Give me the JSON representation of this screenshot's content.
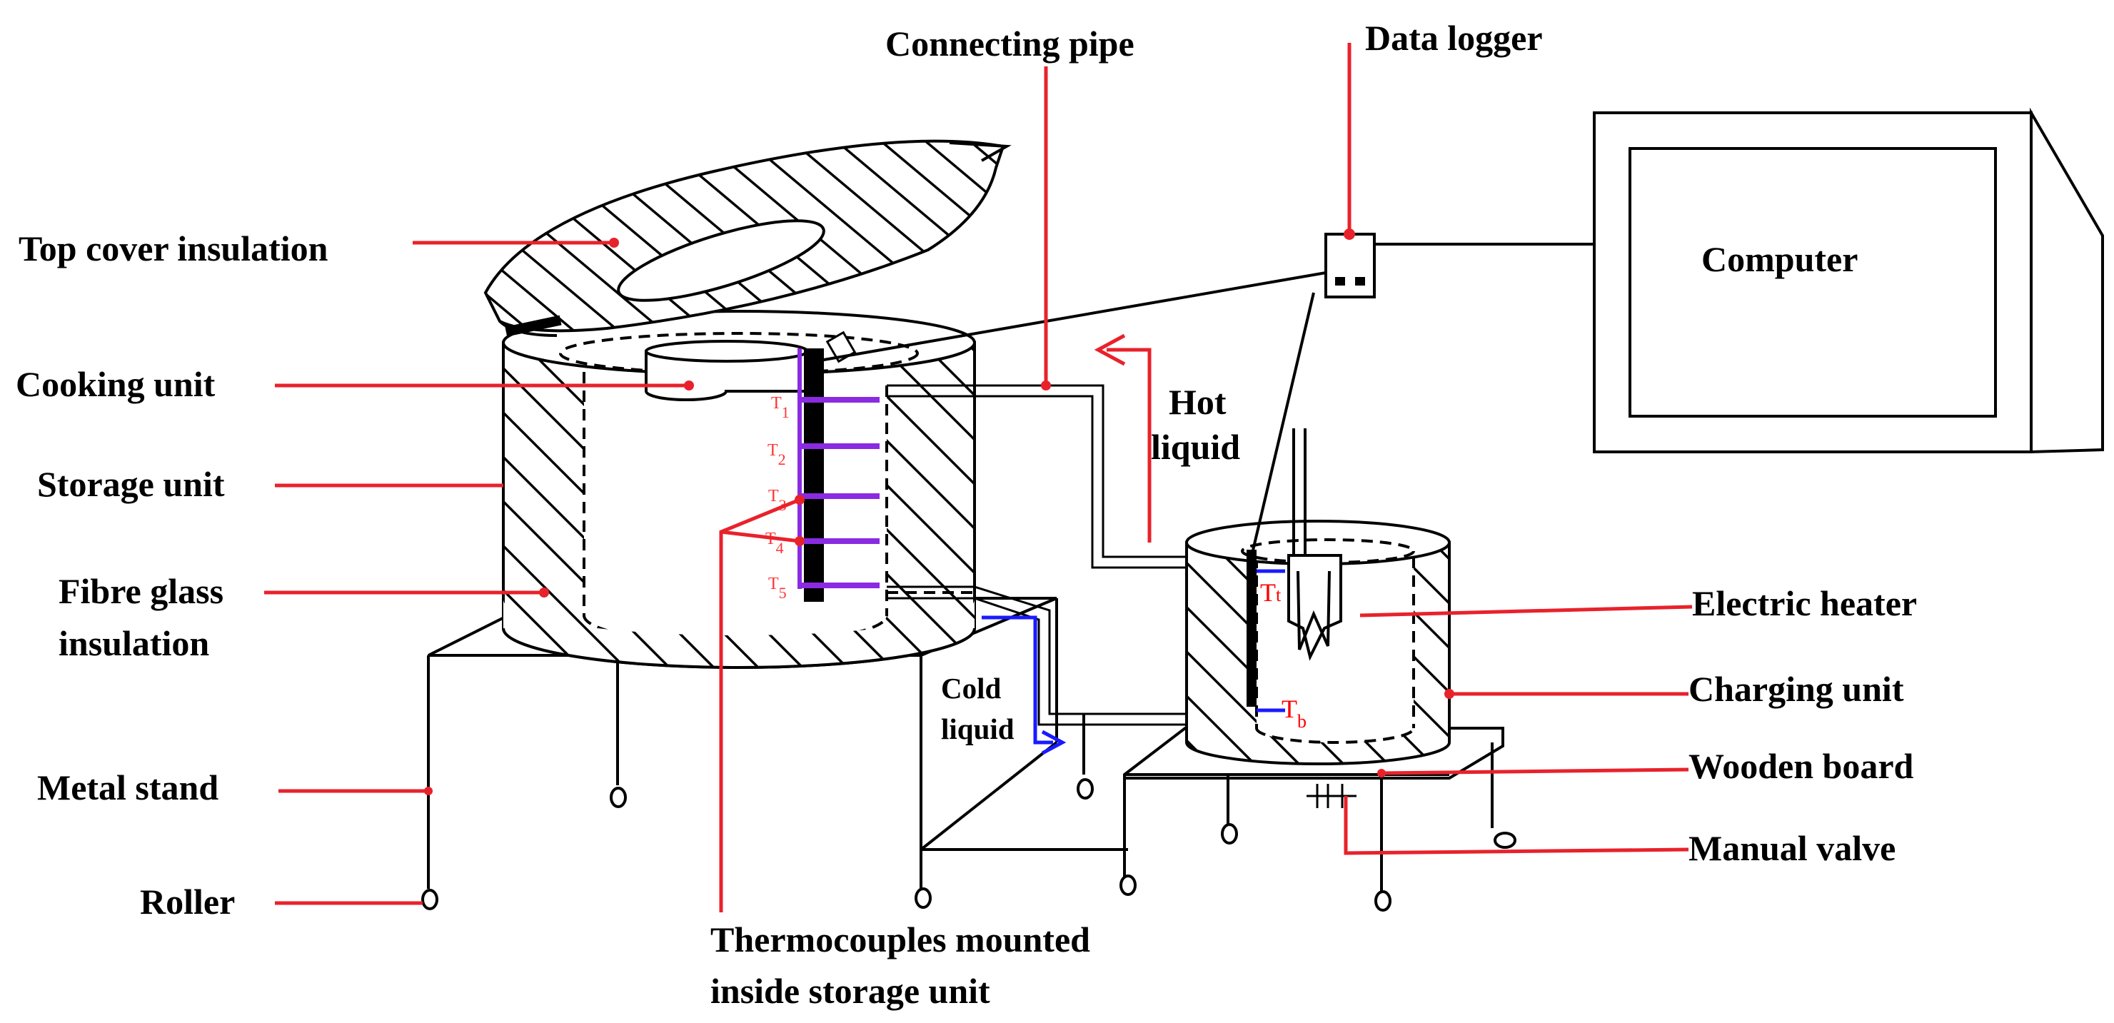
{
  "labels": {
    "top_cover_insulation": "Top cover insulation",
    "cooking_unit": "Cooking unit",
    "storage_unit": "Storage unit",
    "fibre_glass_line1": "Fibre glass",
    "fibre_glass_line2": "insulation",
    "metal_stand": "Metal stand",
    "roller": "Roller",
    "connecting_pipe": "Connecting pipe",
    "data_logger": "Data logger",
    "computer": "Computer",
    "hot_liquid_line1": "Hot",
    "hot_liquid_line2": "liquid",
    "cold_liquid_line1": "Cold",
    "cold_liquid_line2": "liquid",
    "electric_heater": "Electric heater",
    "charging_unit": "Charging unit",
    "wooden_board": "Wooden board",
    "manual_valve": "Manual valve",
    "thermocouples_line1": "Thermocouples mounted",
    "thermocouples_line2": "inside storage unit"
  },
  "thermocouples": [
    {
      "main": "T",
      "sub": "1"
    },
    {
      "main": "T",
      "sub": "2"
    },
    {
      "main": "T",
      "sub": "3"
    },
    {
      "main": "T",
      "sub": "4"
    },
    {
      "main": "T",
      "sub": "5"
    }
  ],
  "charging_sensors": {
    "top": {
      "main": "T",
      "sub": "t"
    },
    "bottom": {
      "main": "T",
      "sub": "b"
    }
  },
  "colors": {
    "leader": "#e8222b",
    "thermocouple_bar": "#8a2be2",
    "cold_arrow": "#1a1aff",
    "hot_arrow": "#e8222b",
    "label_text": "#000000"
  }
}
